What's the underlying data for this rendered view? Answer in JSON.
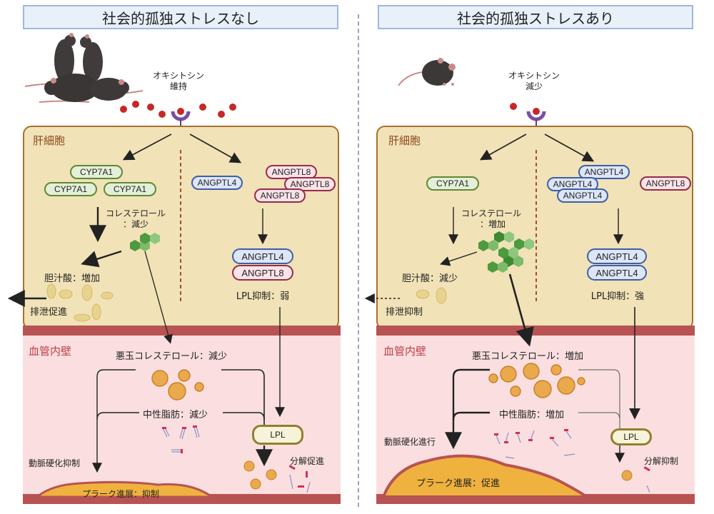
{
  "left": {
    "title": "社会的孤独ストレスなし",
    "oxytocin": {
      "name": "オキシトシン",
      "status": "維持"
    },
    "hepatocyte_label": "肝細胞",
    "cyp7a1": [
      "CYP7A1",
      "CYP7A1",
      "CYP7A1"
    ],
    "angptl4_single": "ANGPTL4",
    "angptl8_group": [
      "ANGPTL8",
      "ANGPTL8",
      "ANGPTL8"
    ],
    "complex": [
      "ANGPTL4",
      "ANGPTL8"
    ],
    "lpl_inhibition": "LPL抑制：弱",
    "cholesterol": {
      "name": "コレステロール",
      "status": "：減少"
    },
    "bile_acid": "胆汁酸：増加",
    "excretion": "排泄促進",
    "vessel_label": "血管内壁",
    "ldl": "悪玉コレステロール：減少",
    "triglyceride": "中性脂肪：減少",
    "atherosclerosis": "動脈硬化抑制",
    "plaque": "プラーク進展：抑制",
    "lpl": "LPL",
    "degradation": "分解促進"
  },
  "right": {
    "title": "社会的孤独ストレスあり",
    "oxytocin": {
      "name": "オキシトシン",
      "status": "減少"
    },
    "hepatocyte_label": "肝細胞",
    "cyp7a1": [
      "CYP7A1"
    ],
    "angptl4_group": [
      "ANGPTL4",
      "ANGPTL4",
      "ANGPTL4"
    ],
    "angptl8_single": "ANGPTL8",
    "complex": [
      "ANGPTL4",
      "ANGPTL4"
    ],
    "lpl_inhibition": "LPL抑制：強",
    "cholesterol": {
      "name": "コレステロール",
      "status": "：増加"
    },
    "bile_acid": "胆汁酸：減少",
    "excretion": "排泄抑制",
    "vessel_label": "血管内壁",
    "ldl": "悪玉コレステロール：増加",
    "triglyceride": "中性脂肪：増加",
    "atherosclerosis": "動脈硬化進行",
    "plaque": "プラーク進展：促進",
    "lpl": "LPL",
    "degradation": "分解抑制"
  },
  "colors": {
    "hepatocyte_fill": "#f1e2b7",
    "hepatocyte_border": "#a8702e",
    "vessel_fill": "#fbdfe0",
    "vessel_wall": "#b85353",
    "plaque": "#f0b23e",
    "oxytocin_dot": "#c62828",
    "receptor": "#7b4ea3",
    "cyp7a1_border": "#5e8a34",
    "angptl4_border": "#3f5ea6",
    "angptl8_border": "#962c48",
    "lpl_border": "#8f8030"
  }
}
